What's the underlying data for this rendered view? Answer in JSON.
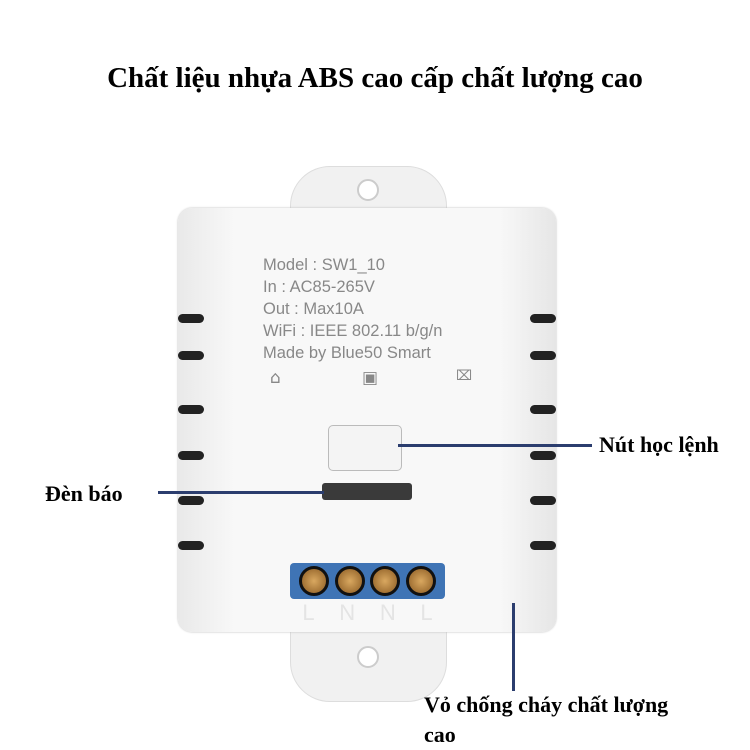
{
  "title": "Chất liệu nhựa ABS cao cấp chất lượng cao",
  "device": {
    "specs": [
      "Model : SW1_10",
      "In : AC85-265V",
      "Out : Max10A",
      "WiFi : IEEE 802.11 b/g/n",
      "Made by Blue50 Smart"
    ],
    "icons": [
      "indoor-use-icon",
      "double-insulation-icon",
      "weee-bin-icon"
    ],
    "terminal_labels": [
      "L",
      "N",
      "N",
      "L"
    ]
  },
  "callouts": {
    "button": "Nút học lệnh",
    "led": "Đèn báo",
    "shell_line1": "Vỏ chống cháy chất lượng",
    "shell_line2": "cao"
  },
  "colors": {
    "terminal": "#3f74b5",
    "leader": "#2b3d6e"
  }
}
